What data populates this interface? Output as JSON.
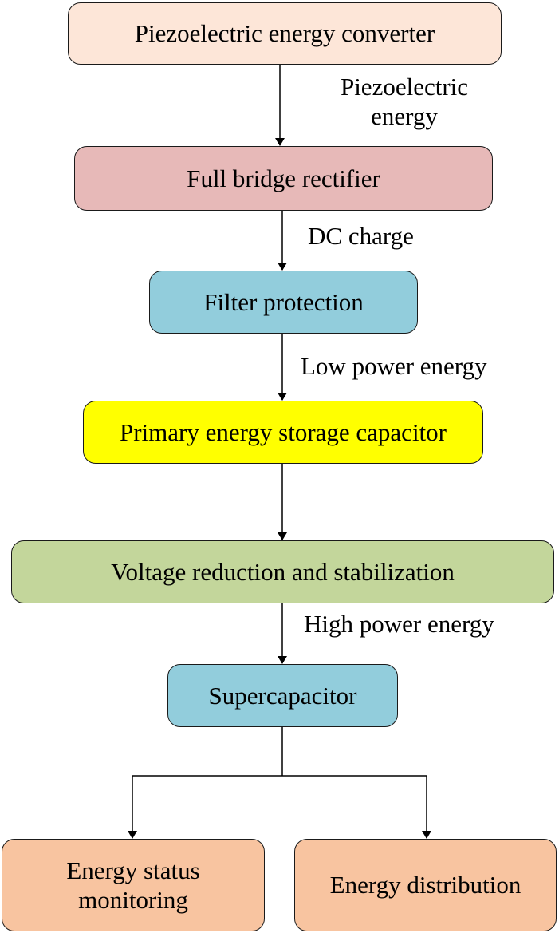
{
  "boxes": {
    "converter": "Piezoelectric energy converter",
    "rectifier": "Full bridge rectifier",
    "filter": "Filter protection",
    "primary": "Primary energy storage capacitor",
    "voltage": "Voltage reduction and stabilization",
    "super": "Supercapacitor",
    "monitoring": "Energy status monitoring",
    "distribution": "Energy distribution"
  },
  "edge_labels": {
    "piezo": "Piezoelectric energy",
    "dc": "DC charge",
    "low": "Low power energy",
    "high": "High power energy"
  },
  "colors": {
    "converter": "#fde6d8",
    "rectifier": "#e7b9b8",
    "filter": "#92cddc",
    "primary": "#ffff00",
    "voltage": "#c3d69b",
    "super": "#92cddc",
    "outputs": "#f8c4a0"
  }
}
